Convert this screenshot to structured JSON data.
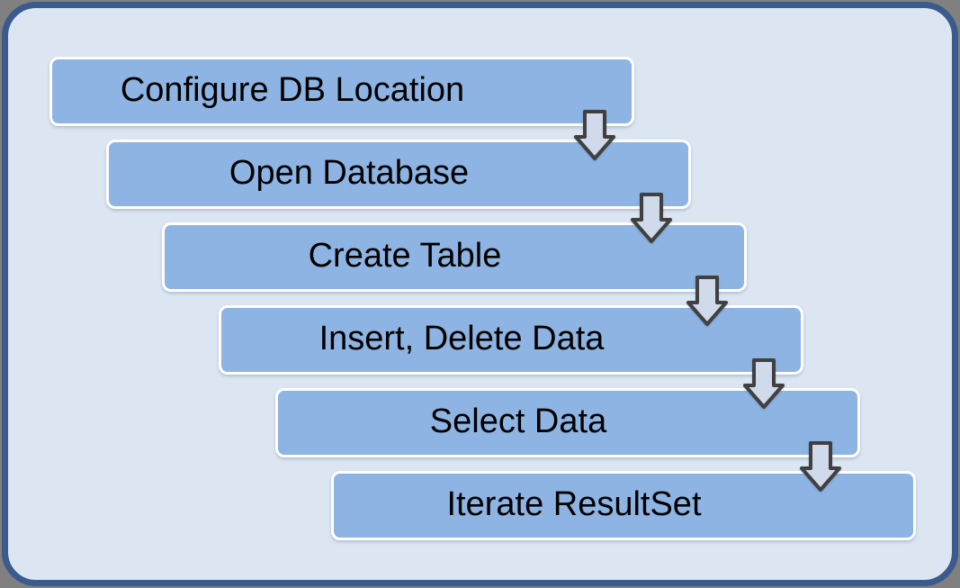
{
  "diagram": {
    "type": "staggered-process-flow",
    "steps": [
      {
        "label": "Configure DB Location"
      },
      {
        "label": "Open Database"
      },
      {
        "label": "Create Table"
      },
      {
        "label": "Insert, Delete Data"
      },
      {
        "label": "Select Data"
      },
      {
        "label": "Iterate ResultSet"
      }
    ],
    "connector": "down-block-arrow",
    "connector_count": 5
  },
  "colors": {
    "canvas_background": "#808080",
    "panel_background": "#DCE6F2",
    "panel_border": "#3A5B8C",
    "step_fill": "#8DB4E2",
    "step_border": "#FFFFFF",
    "step_text": "#000000",
    "arrow_fill": "#D0DAEA",
    "arrow_outline": "#404040"
  }
}
